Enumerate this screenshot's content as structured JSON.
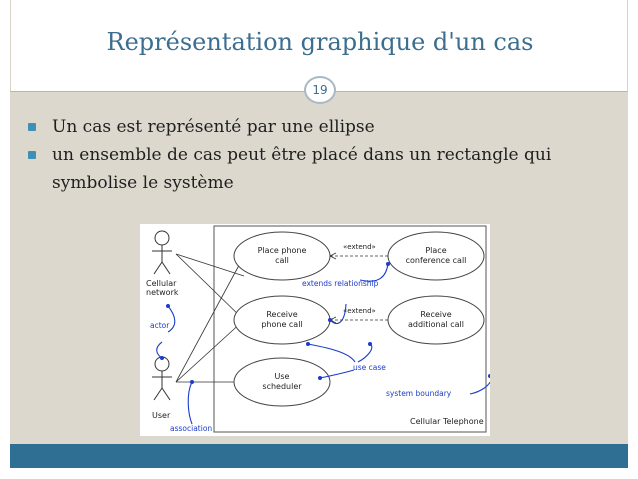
{
  "slide": {
    "title": "Représentation graphique d'un cas",
    "page_number": "19"
  },
  "bullets": [
    "Un cas est représenté par une ellipse",
    "un ensemble de cas peut être placé dans un rectangle qui symbolise le système"
  ],
  "diagram": {
    "actors": {
      "network": "Cellular network",
      "user": "User"
    },
    "use_cases": {
      "place_call": "Place phone call",
      "conference": "Place conference call",
      "receive": "Receive phone call",
      "additional": "Receive additional call",
      "scheduler": "Use scheduler"
    },
    "extend_label": "«extend»",
    "system_label": "Cellular Telephone",
    "annotations": {
      "extends_relationship": "extends relationship",
      "actor": "actor",
      "use_case": "use case",
      "system_boundary": "system boundary",
      "association": "association"
    },
    "annotation_color": "#1a3ccc"
  },
  "colors": {
    "title": "#3c6e8f",
    "footer": "#2f6f93",
    "content_bg": "#dcd8ce",
    "bullet": "#3c8fb5"
  }
}
